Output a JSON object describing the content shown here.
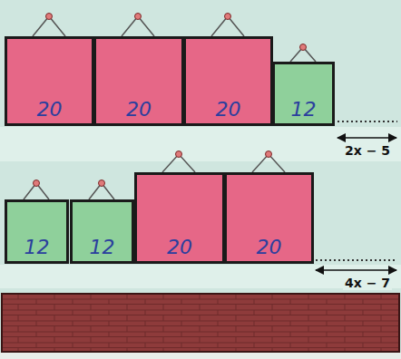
{
  "diagram": {
    "nodes": [
      {
        "text": [
          "20"
        ]
      },
      {
        "text": [
          "20"
        ]
      },
      {
        "text": [
          "20"
        ]
      },
      {
        "text": [
          "12"
        ]
      },
      {
        "text": [
          "12"
        ]
      },
      {
        "text": [
          "12"
        ]
      },
      {
        "text": [
          "20"
        ]
      },
      {
        "text": [
          "20"
        ]
      }
    ],
    "labels": [
      "2x − 5",
      "4x − 7"
    ]
  }
}
